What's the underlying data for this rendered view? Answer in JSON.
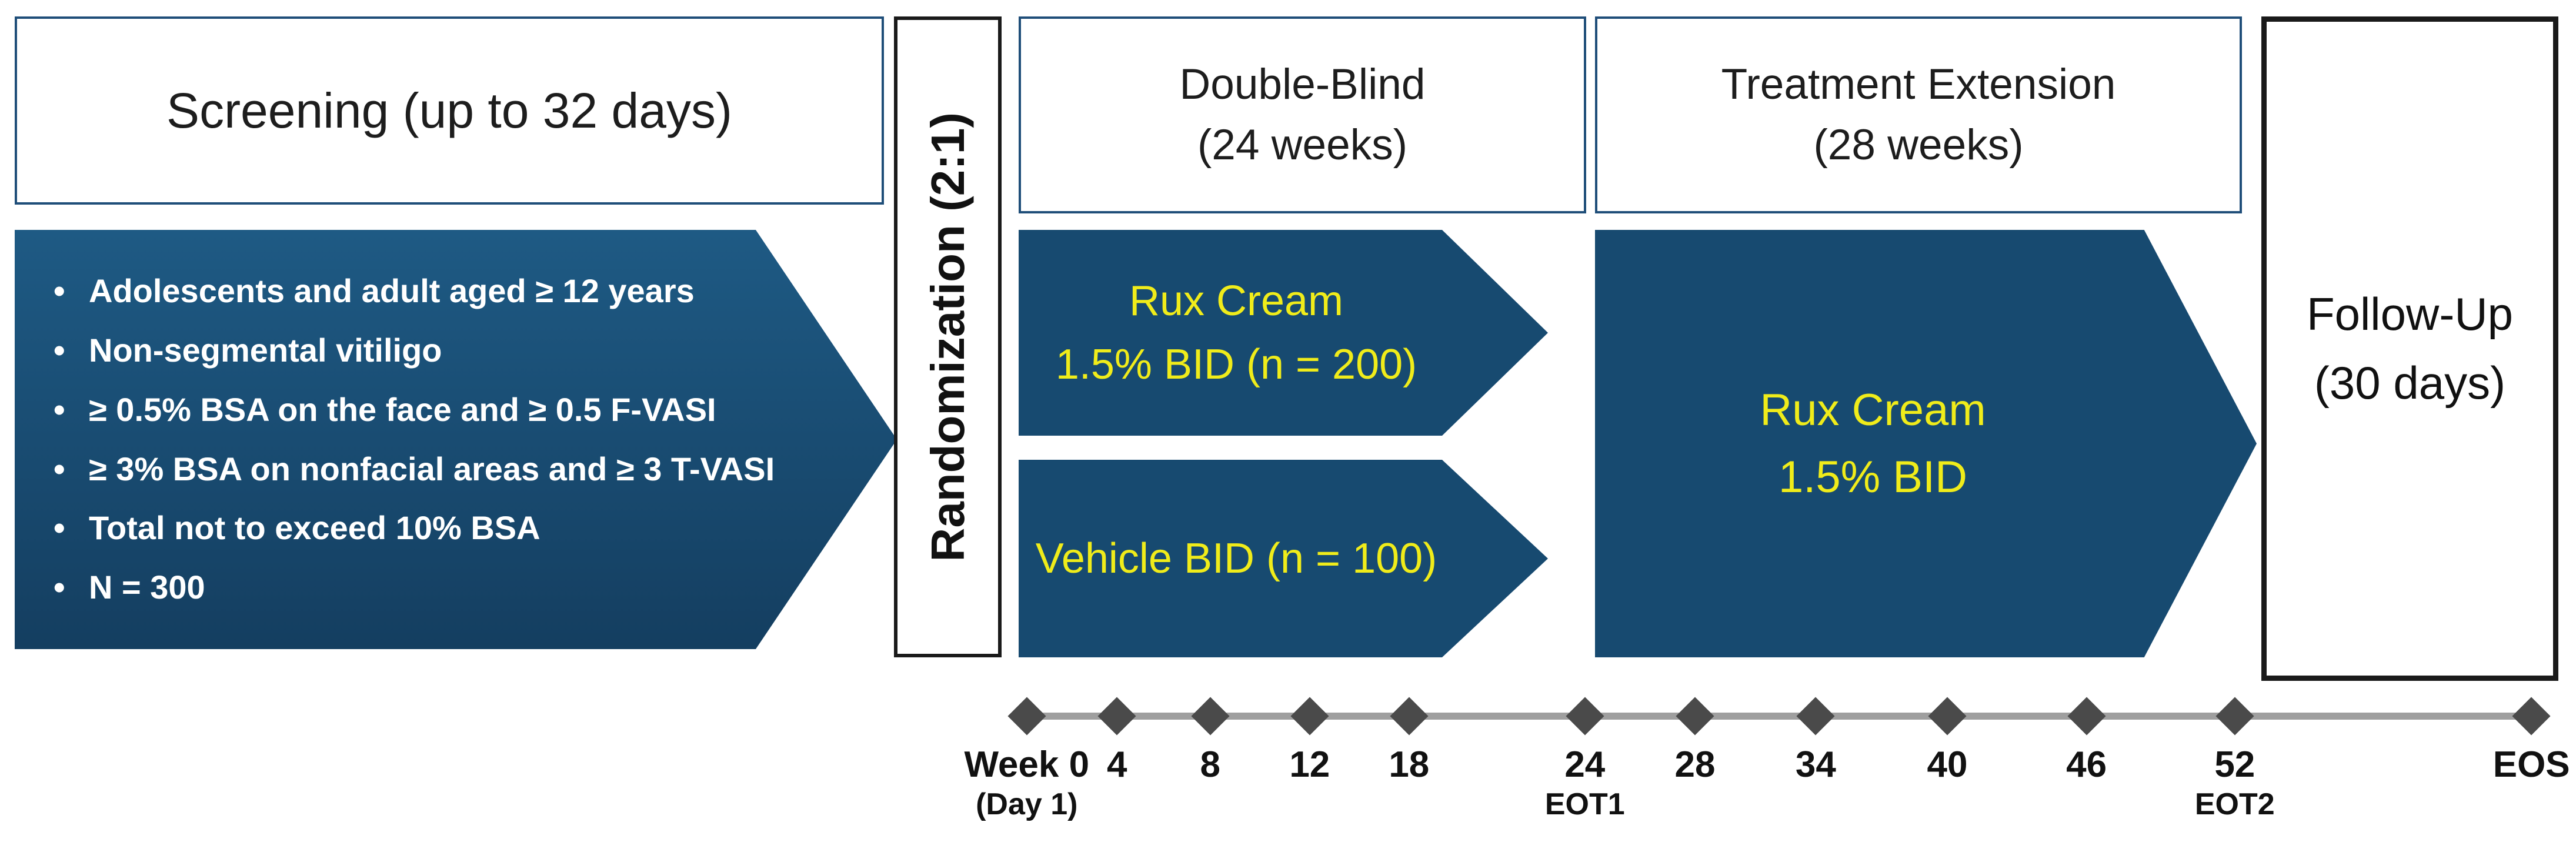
{
  "colors": {
    "navy": "#174a70",
    "navy_top": "#1e5a84",
    "navy_bottom": "#143e60",
    "yellow": "#f0ec1a",
    "header_border": "#1f4e79",
    "box_border": "#1a1a1a",
    "timeline_line": "#9f9f9f",
    "diamond": "#4a4a4a"
  },
  "screening": {
    "title": "Screening (up to 32 days)",
    "bullets": [
      "Adolescents and adult aged ≥ 12 years",
      "Non-segmental vitiligo",
      "≥ 0.5% BSA on the face and ≥ 0.5 F-VASI",
      "≥ 3% BSA on nonfacial areas and ≥ 3 T-VASI",
      "Total not to exceed 10% BSA",
      "N = 300"
    ]
  },
  "randomization": {
    "label": "Randomization (2:1)"
  },
  "double_blind": {
    "title": "Double-Blind",
    "subtitle": "(24 weeks)"
  },
  "arms": {
    "rux": {
      "line1": "Rux Cream",
      "line2": "1.5% BID (n = 200)"
    },
    "vehicle": {
      "line1": "Vehicle BID (n = 100)"
    }
  },
  "extension": {
    "title": "Treatment Extension",
    "subtitle": "(28 weeks)",
    "arm_line1": "Rux Cream",
    "arm_line2": "1.5% BID"
  },
  "follow_up": {
    "line1": "Follow-Up",
    "line2": "(30 days)"
  },
  "timeline": {
    "ticks": [
      {
        "label": "Week 0",
        "sublabel": "(Day 1)"
      },
      {
        "label": "4"
      },
      {
        "label": "8"
      },
      {
        "label": "12"
      },
      {
        "label": "18"
      },
      {
        "label": "24",
        "sublabel": "EOT1"
      },
      {
        "label": "28"
      },
      {
        "label": "34"
      },
      {
        "label": "40"
      },
      {
        "label": "46"
      },
      {
        "label": "52",
        "sublabel": "EOT2"
      },
      {
        "label": "EOS"
      }
    ]
  }
}
